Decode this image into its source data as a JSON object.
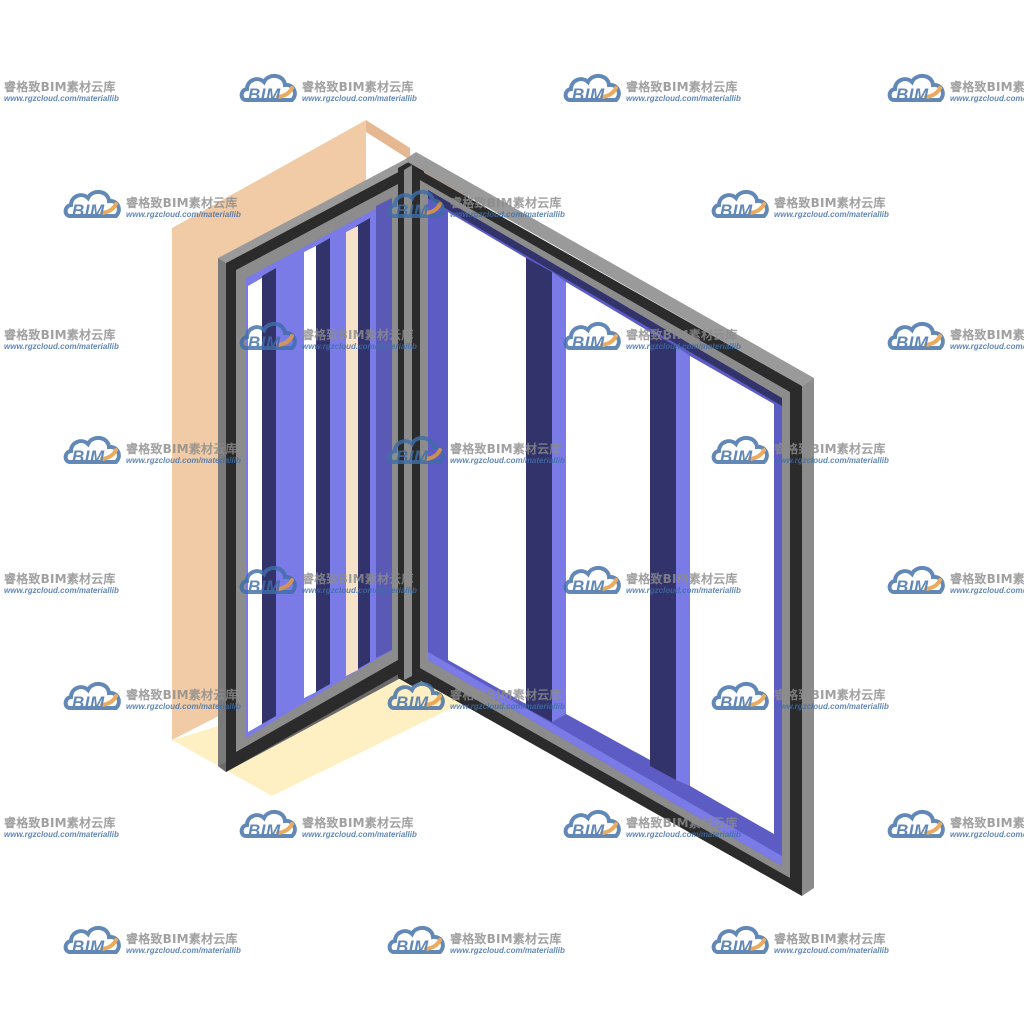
{
  "watermark": {
    "brand_mark": "BIM",
    "name": "睿格致BIM素材云库",
    "url": "www.rgzcloud.com/materiallib"
  },
  "colors": {
    "wall_face": "#f0cba6",
    "wall_side": "#d8a984",
    "wall_shadow": "#a08a78",
    "floor": "#fff0c4",
    "frame_gray": "#8c8c8c",
    "frame_dark": "#2b2b2b",
    "glass_blue": "#7b7be8",
    "glass_dark": "#33336b",
    "watermark_blue": "#3f6ea8",
    "watermark_orange": "#e59a3c"
  },
  "icons": {
    "watermark_logo": "cloud-bim-logo-icon"
  }
}
